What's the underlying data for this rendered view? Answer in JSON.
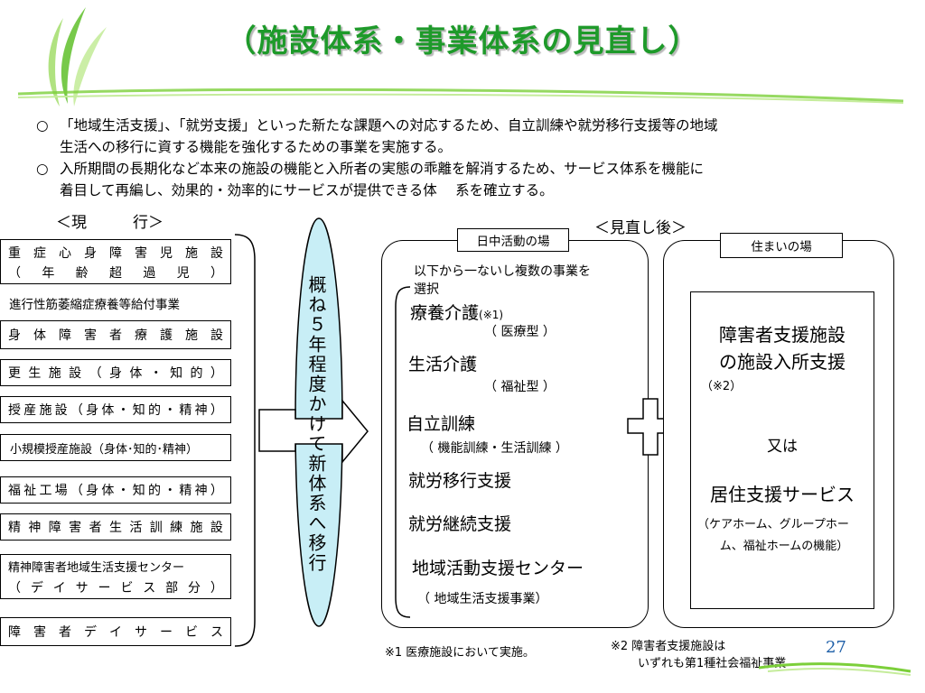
{
  "title": "（施設体系・事業体系の見直し）",
  "bullets": [
    {
      "mark": "○",
      "line1": "「地域生活支援」、「就労支援」といった新たな課題への対応するため、自立訓練や就労移行支援等の地域",
      "line2": "生活への移行に資する機能を強化するための事業を実施する。"
    },
    {
      "mark": "○",
      "line1": "入所期間の長期化など本来の施設の機能と入所者の実態の乖離を解消するため、サービス体系を機能に",
      "line2": "着目して再編し、効果的・効率的にサービスが提供できる体　 系を確立する。"
    }
  ],
  "current_heading": "＜現　　　行＞",
  "current_items": [
    {
      "type": "two",
      "row1": [
        "重",
        "症",
        "心",
        "身",
        "障",
        "害",
        "児",
        "施",
        "設"
      ],
      "row2": [
        "（",
        "年",
        "齢",
        "超",
        "過",
        "児",
        "）"
      ]
    },
    {
      "type": "plain",
      "text": "進行性筋萎縮症療養等給付事業"
    },
    {
      "type": "spread",
      "chars": [
        "身",
        "体",
        "障",
        "害",
        "者",
        "療",
        "護",
        "施",
        "設"
      ]
    },
    {
      "type": "spread",
      "chars": [
        "更",
        "生",
        "施",
        "設",
        "（",
        "身",
        "体",
        "・",
        "知",
        "的",
        "）"
      ]
    },
    {
      "type": "spread",
      "chars": [
        "授",
        "産",
        "施",
        "設",
        "（",
        "身",
        "体",
        "・",
        "知",
        "的",
        "・",
        "精",
        "神",
        "）"
      ]
    },
    {
      "type": "text",
      "text": "小規模授産施設（身体･知的･精神）"
    },
    {
      "type": "spread",
      "chars": [
        "福",
        "祉",
        "工",
        "場",
        "（",
        "身",
        "体",
        "・",
        "知",
        "的",
        "・",
        "精",
        "神",
        "）"
      ]
    },
    {
      "type": "spread",
      "chars": [
        "精",
        "神",
        "障",
        "害",
        "者",
        "生",
        "活",
        "訓",
        "練",
        "施",
        "設"
      ]
    },
    {
      "type": "two2",
      "row1": "精神障害者地域生活支援センター",
      "row2": [
        "（",
        "デ",
        "イ",
        "サ",
        "ー",
        "ビ",
        "ス",
        "部",
        "分",
        "）"
      ]
    },
    {
      "type": "spread",
      "chars": [
        "障",
        "害",
        "者",
        "デ",
        "イ",
        "サ",
        "ー",
        "ビ",
        "ス"
      ]
    }
  ],
  "transition_text": "概ね５年程度かけて新体系へ移行",
  "after_heading": "＜見直し後＞",
  "day_activity": {
    "tag": "日中活動の場",
    "intro_line1": "以下から一ないし複数の事業を",
    "intro_line2": "選択",
    "items": [
      {
        "name": "療養介護",
        "note": "(※1)",
        "sub": "（ 医療型 ）"
      },
      {
        "name": "生活介護",
        "note": "",
        "sub": "（ 福祉型 ）"
      },
      {
        "name": "自立訓練",
        "note": "",
        "sub": "（ 機能訓練・生活訓練 ）"
      },
      {
        "name": "就労移行支援",
        "note": "",
        "sub": ""
      },
      {
        "name": "就労継続支援",
        "note": "",
        "sub": ""
      },
      {
        "name": "地域活動支援センター",
        "note": "",
        "sub": "（ 地域生活支援事業）"
      }
    ]
  },
  "residence": {
    "tag": "住まいの場",
    "main_line1": "障害者支援施設",
    "main_line2": "の施設入所支援",
    "main_note": "（※2）",
    "or_text": "又は",
    "service": "居住支援サービス",
    "service_note1": "（ケアホーム、グループホー",
    "service_note2": "ム、福祉ホームの機能）"
  },
  "footnote1": "※1 医療施設において実施。",
  "footnote2_line1": "※2 障害者支援施設は",
  "footnote2_line2": "いずれも第1種社会福祉事業",
  "page_number": "27",
  "colors": {
    "title": "#1e9a2a",
    "ellipse": "#c8eef6",
    "leaf": "#7ccf3a"
  }
}
